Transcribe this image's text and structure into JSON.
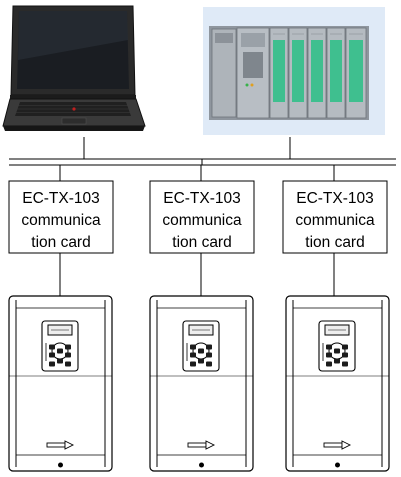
{
  "diagram": {
    "computer": {
      "icon": "laptop-icon"
    },
    "controller": {
      "icon": "plc-icon"
    },
    "cards": [
      {
        "lines": [
          "EC-TX-103",
          "communica",
          "tion card"
        ]
      },
      {
        "lines": [
          "EC-TX-103",
          "communica",
          "tion card"
        ]
      },
      {
        "lines": [
          "EC-TX-103",
          "communica",
          "tion card"
        ]
      }
    ],
    "drives": [
      {
        "icon": "inverter-drive-icon"
      },
      {
        "icon": "inverter-drive-icon"
      },
      {
        "icon": "inverter-drive-icon"
      }
    ],
    "colors": {
      "line": "#000000",
      "plc_background": "#dfeaf7",
      "drive_body": "#ffffff"
    }
  }
}
